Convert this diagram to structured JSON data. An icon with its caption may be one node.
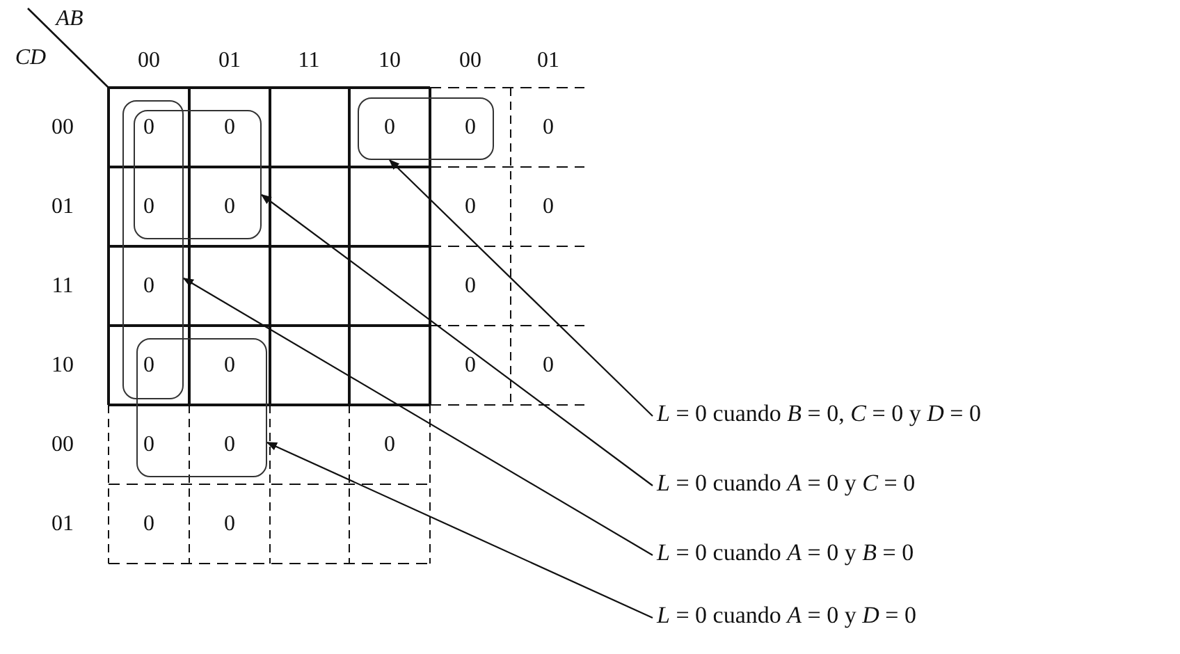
{
  "diagram": {
    "nodes": [
      {
        "text": [],
        "shape": "box"
      },
      {
        "text": [],
        "shape": "box"
      },
      {
        "text": [],
        "shape": "box"
      },
      {
        "text": [],
        "shape": "box"
      },
      {
        "text": [
          "*L* = 0 cuando *B* = 0, *C* = 0 y *D* = 0"
        ]
      },
      {
        "text": [
          "*L* = 0 cuando *A* = 0 y *C* = 0"
        ]
      },
      {
        "text": [
          "*L* = 0 cuando *A* = 0 y *B* = 0"
        ]
      },
      {
        "text": [
          "*L* = 0 cuando *A* = 0 y *D* = 0"
        ]
      }
    ],
    "edges": [
      {
        "from": 4,
        "to": 2,
        "arrow": "to"
      },
      {
        "from": 5,
        "to": 1,
        "arrow": "to"
      },
      {
        "from": 6,
        "to": 0,
        "arrow": "to"
      },
      {
        "from": 7,
        "to": 3,
        "arrow": "to"
      }
    ],
    "labels": [
      "AB",
      "CD",
      "00",
      "01",
      "11",
      "10",
      "00",
      "01",
      "00",
      "0",
      "0",
      "0",
      "0",
      "0",
      "01",
      "0",
      "0",
      "0",
      "0",
      "11",
      "0",
      "0",
      "10",
      "0",
      "0",
      "0",
      "0",
      "00",
      "0",
      "0",
      "0",
      "01",
      "0",
      "0"
    ]
  }
}
